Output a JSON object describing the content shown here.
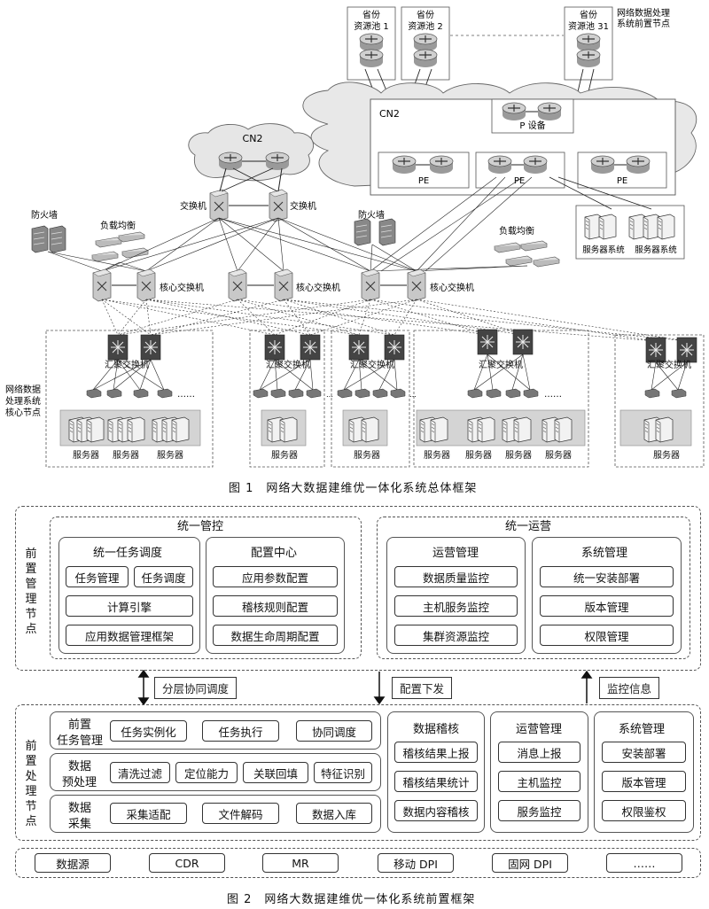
{
  "fig1": {
    "caption": "图 1　网络大数据建维优一体化系统总体框架",
    "cn2_top": "CN2",
    "cn2_big": "CN2",
    "provinces": [
      {
        "line1": "省份",
        "line2": "资源池 1"
      },
      {
        "line1": "省份",
        "line2": "资源池 2"
      },
      {
        "line1": "省份",
        "line2": "资源池 31"
      }
    ],
    "front_node": {
      "line1": "网络数据处理",
      "line2": "系统前置节点"
    },
    "p_device": "P 设备",
    "pe": [
      "PE",
      "PE",
      "PE"
    ],
    "server_system": [
      "服务器系统",
      "服务器系统"
    ],
    "switches": [
      "交换机",
      "交换机"
    ],
    "firewall": [
      "防火墙",
      "防火墙"
    ],
    "load_balance": [
      "负载均衡",
      "负载均衡"
    ],
    "core_switch": [
      "核心交换机",
      "核心交换机",
      "核心交换机"
    ],
    "agg_switch": "汇聚交换机",
    "server": "服务器",
    "core_node": [
      "网络数据",
      "处理系统",
      "核心节点"
    ]
  },
  "fig2": {
    "caption": "图 2　网络大数据建维优一体化系统前置框架",
    "mgmt_node_label": "前置管理节点",
    "proc_node_label": "前置处理节点",
    "unified_control": {
      "title": "统一管控",
      "task_sched": {
        "title": "统一任务调度",
        "items": [
          "任务管理",
          "任务调度",
          "计算引擎",
          "应用数据管理框架"
        ]
      },
      "config_center": {
        "title": "配置中心",
        "items": [
          "应用参数配置",
          "稽核规则配置",
          "数据生命周期配置"
        ]
      }
    },
    "unified_ops": {
      "title": "统一运营",
      "ops_mgmt": {
        "title": "运营管理",
        "items": [
          "数据质量监控",
          "主机服务监控",
          "集群资源监控"
        ]
      },
      "sys_mgmt": {
        "title": "系统管理",
        "items": [
          "统一安装部署",
          "版本管理",
          "权限管理"
        ]
      }
    },
    "arrows": [
      "分层协同调度",
      "配置下发",
      "监控信息"
    ],
    "proc_rows": [
      {
        "label1": "前置",
        "label2": "任务管理",
        "items": [
          "任务实例化",
          "任务执行",
          "协同调度"
        ]
      },
      {
        "label1": "数据",
        "label2": "预处理",
        "items": [
          "清洗过滤",
          "定位能力",
          "关联回填",
          "特征识别"
        ]
      },
      {
        "label1": "数据",
        "label2": "采集",
        "items": [
          "采集适配",
          "文件解码",
          "数据入库"
        ]
      }
    ],
    "audit": {
      "title": "数据稽核",
      "items": [
        "稽核结果上报",
        "稽核结果统计",
        "数据内容稽核"
      ]
    },
    "ops2": {
      "title": "运营管理",
      "items": [
        "消息上报",
        "主机监控",
        "服务监控"
      ]
    },
    "sys2": {
      "title": "系统管理",
      "items": [
        "安装部署",
        "版本管理",
        "权限鉴权"
      ]
    },
    "sources": [
      "数据源",
      "CDR",
      "MR",
      "移动 DPI",
      "固网 DPI",
      "……"
    ]
  }
}
